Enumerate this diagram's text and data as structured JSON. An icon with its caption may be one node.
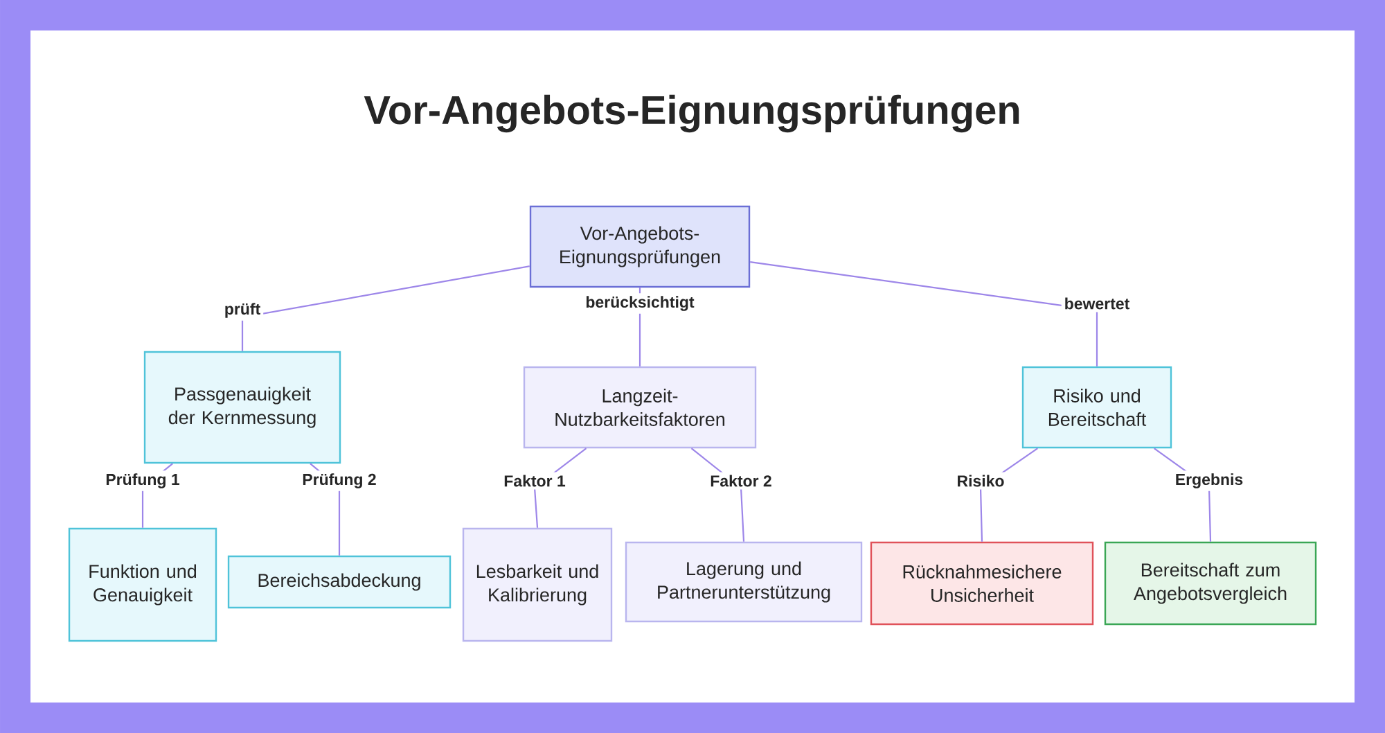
{
  "diagram": {
    "title": "Vor-Angebots-Eignungsprüfungen",
    "nodes": [
      {
        "text": [
          "Vor-Angebots-Eignungsprüfungen"
        ]
      },
      {
        "text": [
          "Passgenauigkeit der Kernmessung"
        ]
      },
      {
        "text": [
          "Langzeit-Nutzbarkeitsfaktoren"
        ]
      },
      {
        "text": [
          "Risiko und Bereitschaft"
        ]
      },
      {
        "text": [
          "Funktion und Genauigkeit"
        ]
      },
      {
        "text": [
          "Bereichsabdeckung"
        ]
      },
      {
        "text": [
          "Lesbarkeit und Kalibrierung"
        ]
      },
      {
        "text": [
          "Lagerung und Partnerunterstützung"
        ]
      },
      {
        "text": [
          "Rücknahmesichere Unsicherheit"
        ]
      },
      {
        "text": [
          "Bereitschaft zum Angebotsvergleich"
        ]
      }
    ],
    "edges": [
      {
        "from": 0,
        "to": 1,
        "arrow": "none",
        "label": "prüft"
      },
      {
        "from": 0,
        "to": 2,
        "arrow": "none",
        "label": "berücksichtigt"
      },
      {
        "from": 0,
        "to": 3,
        "arrow": "none",
        "label": "bewertet"
      },
      {
        "from": 1,
        "to": 4,
        "arrow": "none",
        "label": "Prüfung 1"
      },
      {
        "from": 1,
        "to": 5,
        "arrow": "none",
        "label": "Prüfung 2"
      },
      {
        "from": 2,
        "to": 6,
        "arrow": "none",
        "label": "Faktor 1"
      },
      {
        "from": 2,
        "to": 7,
        "arrow": "none",
        "label": "Faktor 2"
      },
      {
        "from": 3,
        "to": 8,
        "arrow": "none",
        "label": "Risiko"
      },
      {
        "from": 3,
        "to": 9,
        "arrow": "none",
        "label": "Ergebnis"
      }
    ]
  }
}
